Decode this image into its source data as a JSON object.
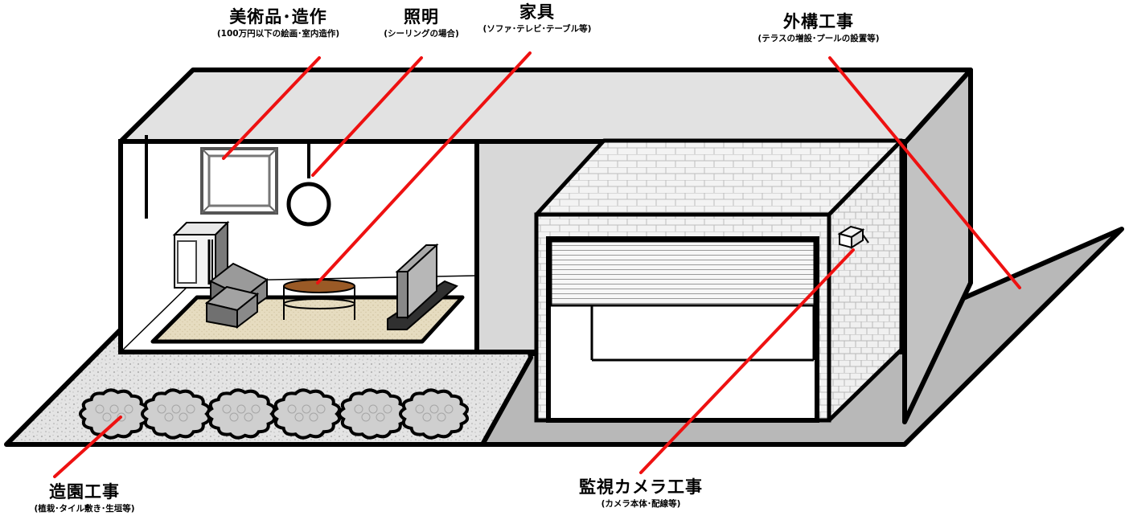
{
  "labels": {
    "art": {
      "title": "美術品･造作",
      "sub": "(100万円以下の絵画･室内造作)"
    },
    "lighting": {
      "title": "照明",
      "sub": "(シーリングの場合)"
    },
    "furniture": {
      "title": "家具",
      "sub": "(ソファ･テレビ･テーブル等)"
    },
    "exterior": {
      "title": "外構工事",
      "sub": "(テラスの増設･プールの設置等)"
    },
    "landscape": {
      "title": "造園工事",
      "sub": "(植栽･タイル敷き･生垣等)"
    },
    "camera": {
      "title": "監視カメラ工事",
      "sub": "(カメラ本体･配線等)"
    }
  },
  "colors": {
    "leader": "#ee1111",
    "outline": "#000000",
    "roof": "#e2e2e2",
    "wall": "#d8d8d8",
    "side_wall": "#c2c2c2",
    "ground": "#b8b8b8",
    "rug": "#e6dcc0",
    "table": "#9a5a26",
    "shrub": "#cfcfcf"
  }
}
